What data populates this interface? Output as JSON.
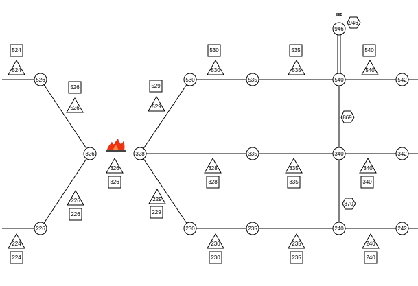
{
  "nodes": [
    {
      "id": "526",
      "label": "526"
    },
    {
      "id": "326",
      "label": "326"
    },
    {
      "id": "226",
      "label": "226"
    },
    {
      "id": "328",
      "label": "328"
    },
    {
      "id": "530",
      "label": "530"
    },
    {
      "id": "230",
      "label": "230"
    },
    {
      "id": "535",
      "label": "535"
    },
    {
      "id": "335",
      "label": "335"
    },
    {
      "id": "235",
      "label": "235"
    },
    {
      "id": "540",
      "label": "540"
    },
    {
      "id": "340",
      "label": "340"
    },
    {
      "id": "240",
      "label": "240"
    },
    {
      "id": "542",
      "label": "542"
    },
    {
      "id": "342",
      "label": "342"
    },
    {
      "id": "242",
      "label": "242"
    },
    {
      "id": "946",
      "label": "946"
    }
  ],
  "squares": [
    "524",
    "526",
    "529",
    "530",
    "535",
    "540",
    "326",
    "328",
    "335",
    "340",
    "226",
    "229",
    "224",
    "230",
    "235",
    "240"
  ],
  "triangles": [
    "524",
    "526",
    "529",
    "530",
    "535",
    "540",
    "326",
    "328",
    "335",
    "340",
    "226",
    "229",
    "224",
    "230",
    "235",
    "240"
  ],
  "hexagons": [
    "946",
    "869",
    "870"
  ],
  "tag_text": "EEB",
  "colors": {
    "fire": "#ee3311",
    "line": "#000000"
  },
  "icons": {
    "fire": "fire-icon"
  }
}
